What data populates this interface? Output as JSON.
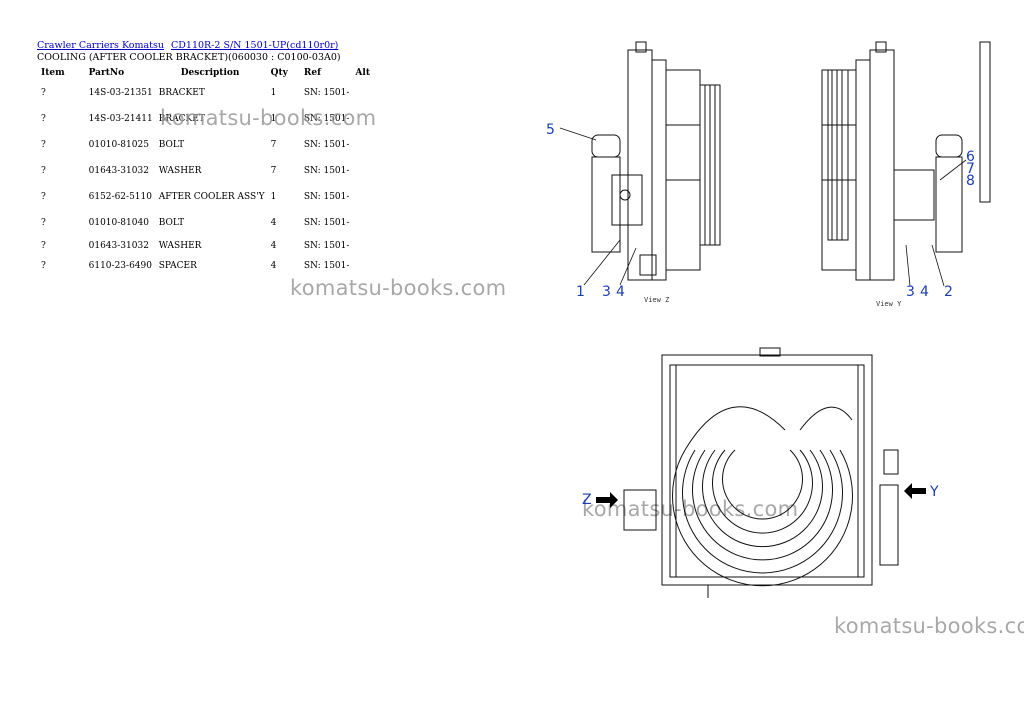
{
  "breadcrumb": {
    "links": [
      "Crawler Carriers Komatsu",
      "CD110R-2 S/N 1501-UP(cd110r0r)"
    ]
  },
  "subtitle": "COOLING (AFTER COOLER BRACKET)(060030 : C0100-03A0)",
  "table": {
    "headers": [
      "Item",
      "PartNo",
      "Description",
      "Qty",
      "Ref",
      "Alt"
    ],
    "rows": [
      {
        "item": "?",
        "partno": "14S-03-21351",
        "desc": "BRACKET",
        "qty": "1",
        "ref": "SN: 1501-",
        "alt": ""
      },
      {
        "item": "?",
        "partno": "14S-03-21411",
        "desc": "BRACKET",
        "qty": "1",
        "ref": "SN: 1501-",
        "alt": ""
      },
      {
        "item": "?",
        "partno": "01010-81025",
        "desc": "BOLT",
        "qty": "7",
        "ref": "SN: 1501-",
        "alt": ""
      },
      {
        "item": "?",
        "partno": "01643-31032",
        "desc": "WASHER",
        "qty": "7",
        "ref": "SN: 1501-",
        "alt": ""
      },
      {
        "item": "?",
        "partno": "6152-62-5110",
        "desc": "AFTER COOLER ASS'Y",
        "qty": "1",
        "ref": "SN: 1501-",
        "alt": ""
      },
      {
        "item": "?",
        "partno": "01010-81040",
        "desc": "BOLT",
        "qty": "4",
        "ref": "SN: 1501-",
        "alt": ""
      },
      {
        "item": "?",
        "partno": "01643-31032",
        "desc": "WASHER",
        "qty": "4",
        "ref": "SN: 1501-",
        "alt": ""
      },
      {
        "item": "?",
        "partno": "6110-23-6490",
        "desc": "SPACER",
        "qty": "4",
        "ref": "SN: 1501-",
        "alt": ""
      }
    ]
  },
  "watermark": "komatsu-books.com",
  "drawing": {
    "callouts": [
      "5",
      "1",
      "3",
      "4",
      "6",
      "7",
      "8",
      "3",
      "4",
      "2"
    ],
    "view_labels": [
      "View Z",
      "View Y"
    ],
    "arrow_labels": [
      "Z",
      "Y"
    ]
  }
}
